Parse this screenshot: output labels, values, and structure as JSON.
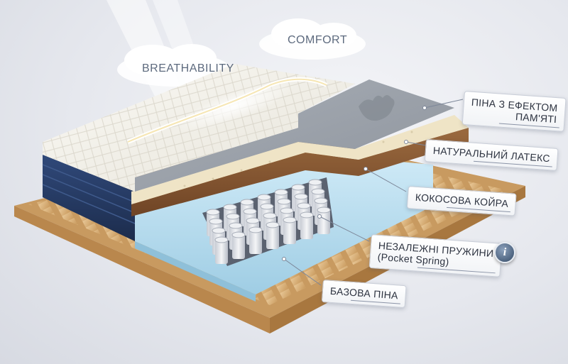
{
  "labels": {
    "breathability": "BREATHABILITY",
    "comfort": "COMFORT"
  },
  "layers": {
    "memory_foam": "ПІНА З ЕФЕКТОМ",
    "memory_foam_line2": "ПАМ'ЯТІ",
    "latex": "НАТУРАЛЬНИЙ ЛАТЕКС",
    "coir": "КОКОСОВА КОЙРА",
    "springs": "НЕЗАЛЕЖНІ ПРУЖИНИ",
    "springs_line2": "(Pocket Spring)",
    "base_foam": "БАЗОВА ПІНА"
  },
  "icons": {
    "info": "i"
  },
  "colors": {
    "navy_side": "#24385f",
    "quilt_top": "#f3f1ea",
    "memory_foam": "#9aa0a8",
    "latex": "#efe4c6",
    "coir": "#8a5a34",
    "base_foam": "#bfe3f3",
    "wood": "#d9b07a"
  }
}
